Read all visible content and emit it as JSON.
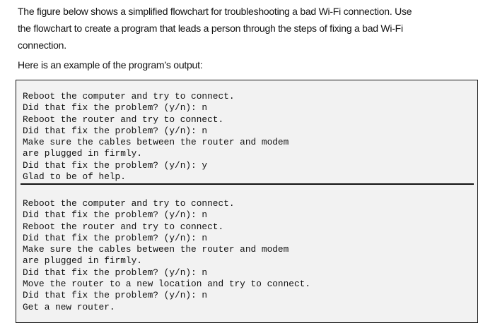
{
  "intro_lines": [
    "The figure below shows a simplified flowchart for troubleshooting a bad Wi-Fi connection. Use",
    "the flowchart to create a program that leads a person through the steps of fixing a bad Wi-Fi",
    "connection."
  ],
  "lead": "Here is an example of the program’s output:",
  "example1": [
    "Reboot the computer and try to connect.",
    "Did that fix the problem? (y/n): n",
    "Reboot the router and try to connect.",
    "Did that fix the problem? (y/n): n",
    "Make sure the cables between the router and modem",
    "are plugged in firmly.",
    "Did that fix the problem? (y/n): y",
    "Glad to be of help."
  ],
  "example2": [
    "Reboot the computer and try to connect.",
    "Did that fix the problem? (y/n): n",
    "Reboot the router and try to connect.",
    "Did that fix the problem? (y/n): n",
    "Make sure the cables between the router and modem",
    "are plugged in firmly.",
    "Did that fix the problem? (y/n): n",
    "Move the router to a new location and try to connect.",
    "Did that fix the problem? (y/n): n",
    "Get a new router."
  ]
}
